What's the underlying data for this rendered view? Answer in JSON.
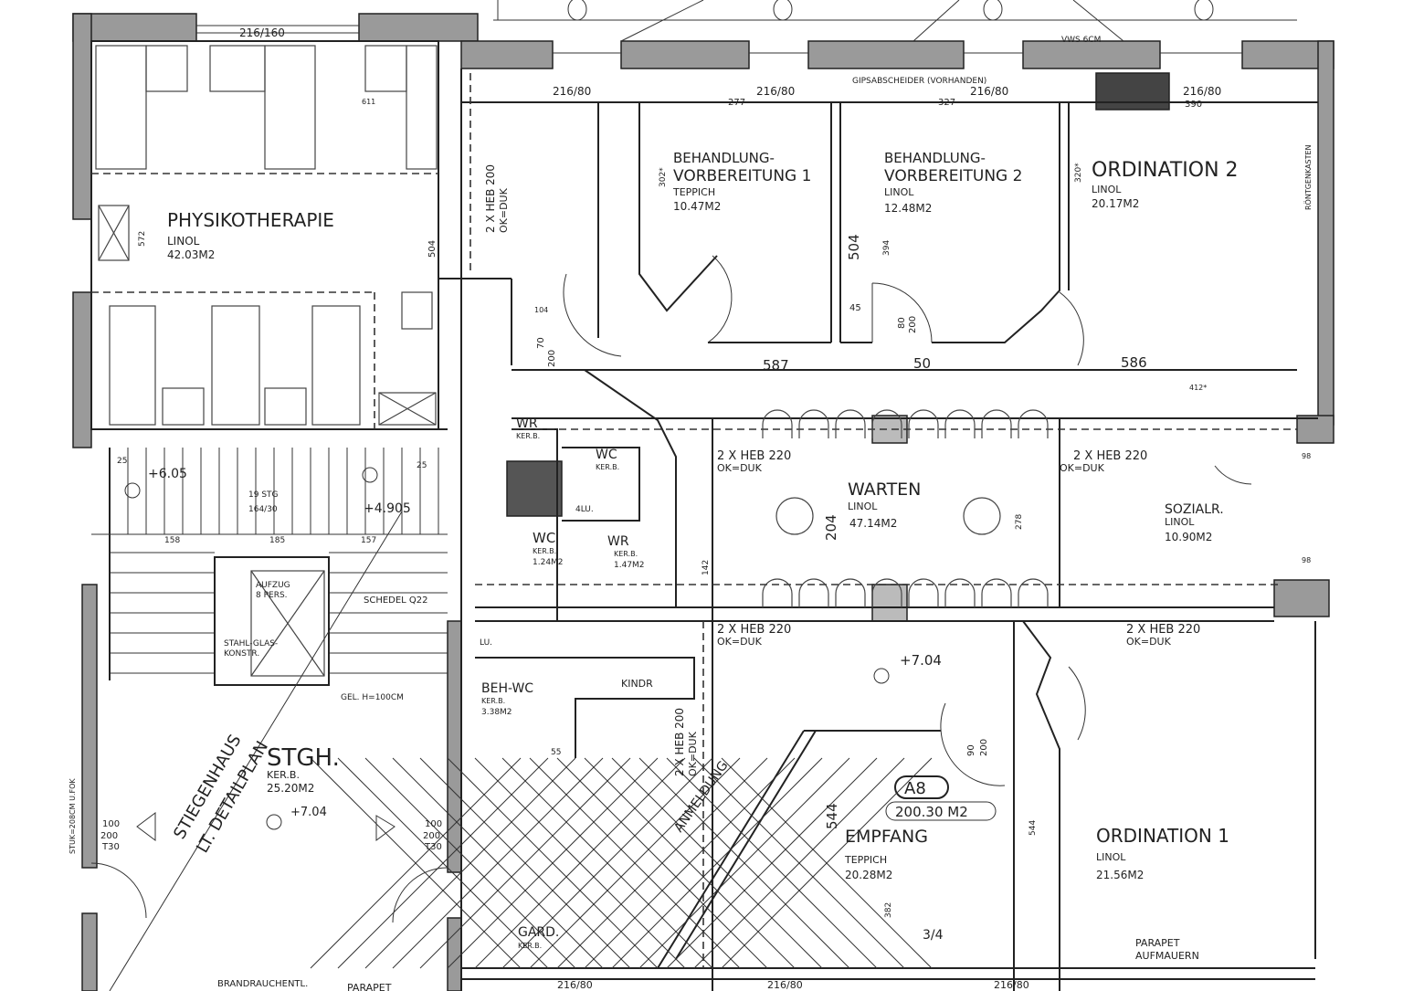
{
  "plan": {
    "rooms": [
      {
        "name": "PHYSIKOTHERAPIE",
        "floor": "LINOL",
        "area": "42.03M2"
      },
      {
        "name": "BEHANDLUNG-",
        "name2": "VORBEREITUNG 1",
        "floor": "TEPPICH",
        "area": "10.47M2"
      },
      {
        "name": "BEHANDLUNG-",
        "name2": "VORBEREITUNG 2",
        "floor": "LINOL",
        "area": "12.48M2"
      },
      {
        "name": "ORDINATION 2",
        "floor": "LINOL",
        "area": "20.17M2"
      },
      {
        "name": "WARTEN",
        "floor": "LINOL",
        "area": "47.14M2"
      },
      {
        "name": "SOZIALR.",
        "floor": "LINOL",
        "area": "10.90M2"
      },
      {
        "name": "EMPFANG",
        "floor": "TEPPICH",
        "area": "20.28M2"
      },
      {
        "name": "ORDINATION 1",
        "floor": "LINOL",
        "area": "21.56M2"
      },
      {
        "name": "STGH.",
        "floor": "KER.B.",
        "area": "25.20M2"
      },
      {
        "name": "WR",
        "floor": "KER.B."
      },
      {
        "name": "WC",
        "floor": "KER.B."
      },
      {
        "name": "WC",
        "floor": "KER.B.",
        "area": "1.24M2"
      },
      {
        "name": "WR",
        "floor": "KER.B.",
        "area": "1.47M2"
      },
      {
        "name": "BEH-WC",
        "floor": "KER.B.",
        "area": "3.38M2"
      },
      {
        "name": "GARD.",
        "floor": "KER.B."
      }
    ],
    "unit": {
      "code": "A8",
      "total_area": "200.30 M2"
    },
    "annotations": {
      "stairwell_note_1": "STIEGENHAUS",
      "stairwell_note_2": "LT. DETAILPLAN",
      "reception": "ANMELDUNG",
      "elevator_1": "AUFZUG",
      "elevator_2": "8 PERS.",
      "steel_glass_1": "STAHL-GLAS-",
      "steel_glass_2": "KONSTR.",
      "railing": "GEL. H=100CM",
      "schedel": "SCHEDEL Q22",
      "smoke_vent": "BRANDRAUCHENTL.",
      "parapet_left": "PARAPET",
      "parapet_right_1": "PARAPET",
      "parapet_right_2": "AUFMAUERN",
      "plaster_sep": "GIPSABSCHEIDER (VORHANDEN)",
      "vws": "VWS 6CM",
      "xray": "RÖNTGENKASTEN",
      "stucco": "STUK=208CM U.FOK",
      "kinder": "KINDR",
      "stairs": "19 STG",
      "stairs_dim": "164/30",
      "lu1": "4LU.",
      "lu2": "LU.",
      "fraction": "3/4"
    },
    "beams": {
      "heb220_a": "2 X HEB 220",
      "okduk_a": "OK=DUK",
      "heb220_b": "2 X HEB 220",
      "okduk_b": "OK=DUK",
      "heb220_c": "2 X HEB 220",
      "okduk_c": "OK=DUK",
      "heb220_d": "2 X HEB 220",
      "okduk_d": "OK=DUK",
      "heb200_a": "2 X HEB 200",
      "okduk_e": "OK=DUK",
      "heb200_b": "2 X HEB 200",
      "okduk_f": "OK=DUK"
    },
    "levels": {
      "l1": "+6.05",
      "l2": "+4.905",
      "l3": "+7.04",
      "l4": "+7.04"
    },
    "dimensions": {
      "d1": "216/160",
      "d2": "216/80",
      "d3": "216/80",
      "d4": "216/80",
      "d5": "216/80",
      "d6": "611",
      "d7": "277",
      "d8": "327",
      "d9": "390",
      "d10": "572",
      "d11": "504",
      "d12": "504",
      "d13": "394",
      "d14": "302*",
      "d15": "320*",
      "d16": "587",
      "d17": "50",
      "d18": "586",
      "d19": "412*",
      "d20": "104",
      "d21": "158",
      "d22": "185",
      "d23": "157",
      "d24": "204",
      "d25": "278",
      "d26": "544",
      "d27": "544",
      "d28": "382",
      "d29": "98",
      "d30": "98",
      "d31": "70",
      "d32": "200",
      "d33": "100",
      "d34": "200",
      "d35": "T30",
      "d36": "100",
      "d37": "200",
      "d38": "T30",
      "d39": "90",
      "d40": "200",
      "d41": "45",
      "d42": "80",
      "d43": "200",
      "d44": "25",
      "d45": "25",
      "d46": "55",
      "d47": "216/80",
      "d48": "216/80",
      "d49": "216/80",
      "d50": "142"
    },
    "colors": {
      "wall_fill": "#9a9a9a",
      "line": "#222222",
      "paper": "#ffffff"
    }
  }
}
